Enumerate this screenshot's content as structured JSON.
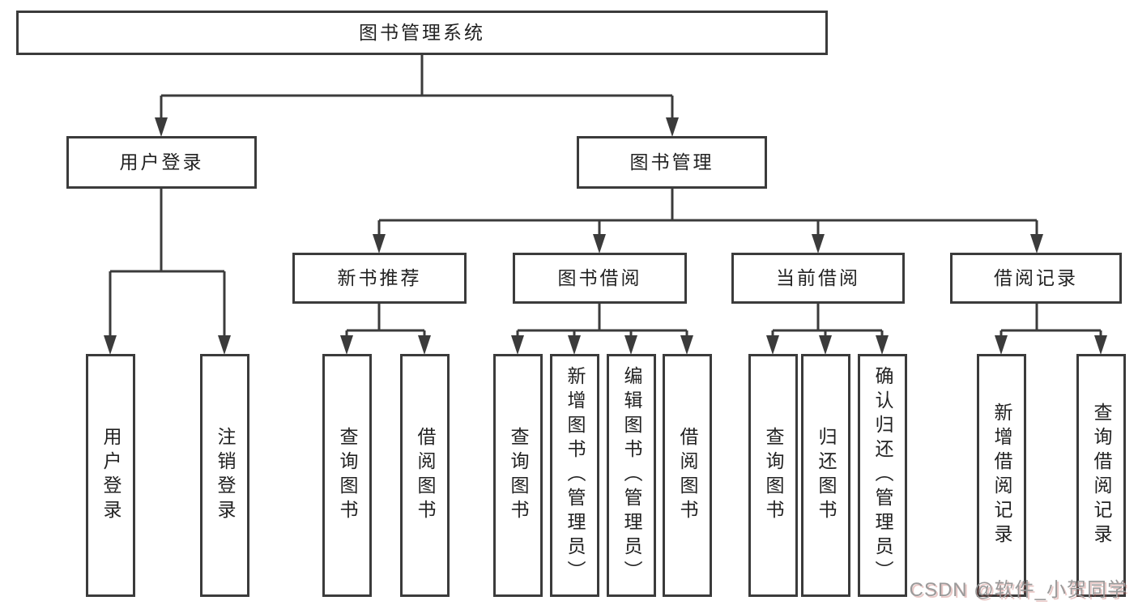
{
  "diagram_title": "图书管理系统",
  "watermark": "CSDN @软件_小贺同学",
  "colors": {
    "line": "#3b3b3b",
    "box_border": "#3b3b3b",
    "text": "#222222",
    "watermark": "#9a9a9a",
    "background": "#ffffff"
  },
  "tree": {
    "root": {
      "label": "图书管理系统",
      "children": [
        {
          "label": "用户登录",
          "children": [
            {
              "label": "用户登录"
            },
            {
              "label": "注销登录"
            }
          ]
        },
        {
          "label": "图书管理",
          "children": [
            {
              "label": "新书推荐",
              "children": [
                {
                  "label": "查询图书"
                },
                {
                  "label": "借阅图书"
                }
              ]
            },
            {
              "label": "图书借阅",
              "children": [
                {
                  "label": "查询图书"
                },
                {
                  "label": "新增图书（管理员）"
                },
                {
                  "label": "编辑图书（管理员）"
                },
                {
                  "label": "借阅图书"
                }
              ]
            },
            {
              "label": "当前借阅",
              "children": [
                {
                  "label": "查询图书"
                },
                {
                  "label": "归还图书"
                },
                {
                  "label": "确认归还（管理员）"
                }
              ]
            },
            {
              "label": "借阅记录",
              "children": [
                {
                  "label": "新增借阅记录"
                },
                {
                  "label": "查询借阅记录"
                }
              ]
            }
          ]
        }
      ]
    }
  }
}
